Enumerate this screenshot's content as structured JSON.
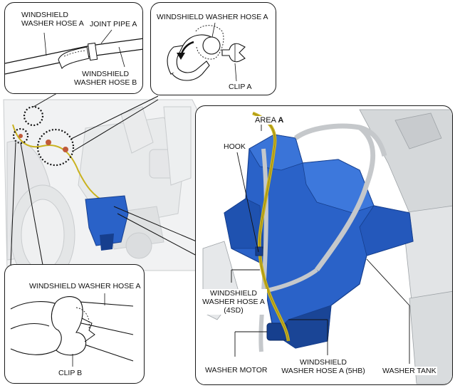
{
  "colors": {
    "tank_blue": "#2a62c8",
    "tank_dark": "#163f8e",
    "hose_yellow": "#c9b21f",
    "hose_grey": "#bfc2c5",
    "line": "#1a1a1a",
    "engine_grey": "#c9ccce"
  },
  "panel_hose_joint": {
    "label_hose_a": [
      "WINDSHIELD",
      "WASHER HOSE A"
    ],
    "label_joint": "JOINT PIPE A",
    "label_hose_b": [
      "WINDSHIELD",
      "WASHER HOSE B"
    ]
  },
  "panel_clip_a": {
    "label_hose": "WINDSHIELD WASHER HOSE A",
    "label_clip": "CLIP A"
  },
  "panel_clip_b": {
    "label_hose": "WINDSHIELD WASHER HOSE A",
    "label_clip": "CLIP B"
  },
  "panel_area_a": {
    "label_area_prefix": "AREA",
    "label_area_letter": "A",
    "label_hook": "HOOK",
    "label_hose_4sd": [
      "WINDSHIELD",
      "WASHER HOSE A",
      "(4SD)"
    ],
    "label_motor": "WASHER MOTOR",
    "label_hose_5hb": [
      "WINDSHIELD",
      "WASHER HOSE A (5HB)"
    ],
    "label_tank": "WASHER TANK"
  },
  "icons": [
    "engine-bay-illustration",
    "washer-tank-illustration",
    "clip-a-icon",
    "clip-b-icon",
    "rotation-arrow-icon"
  ]
}
